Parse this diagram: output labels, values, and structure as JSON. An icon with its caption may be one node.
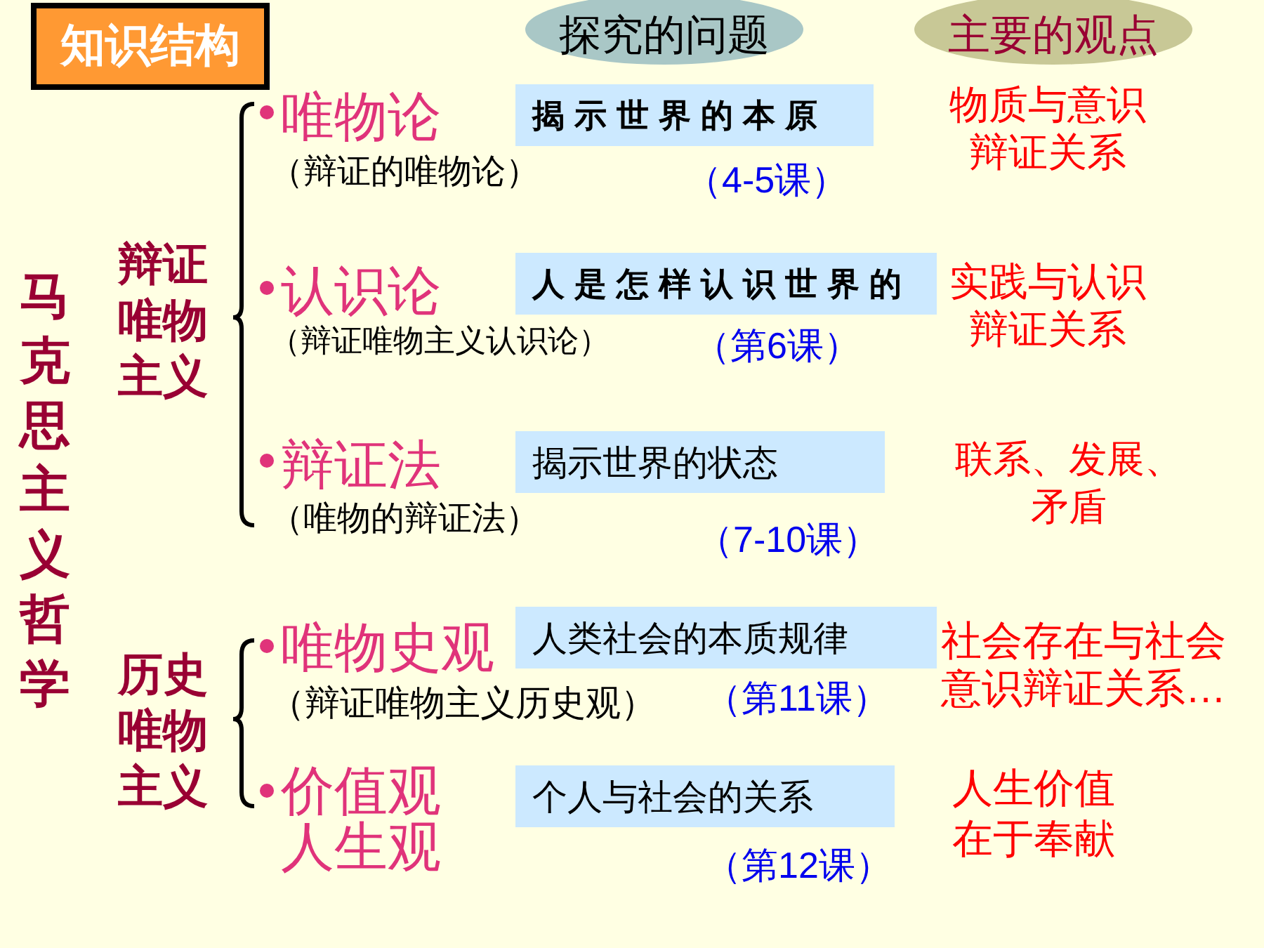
{
  "diagram": {
    "nodes": [
      {
        "text": [
          "知识结构"
        ]
      },
      {
        "text": [
          "探究的问题"
        ]
      },
      {
        "text": [
          "主要的观点"
        ]
      },
      {
        "text": [
          "揭示世界的本原"
        ]
      },
      {
        "text": [
          "人是怎样认识世界的"
        ]
      },
      {
        "text": [
          "揭示世界的状态"
        ]
      },
      {
        "text": [
          "人类社会的本质规律"
        ]
      },
      {
        "text": [
          "个人与社会的关系"
        ]
      }
    ],
    "edges": [],
    "labels": [
      "马克思主义哲学",
      "辩证唯物主义",
      "唯物论",
      "（辩证的唯物论）",
      "（4-5课）",
      "物质与意识辩证关系",
      "认识论",
      "（辩证唯物主义认识论）",
      "（第6课）",
      "实践与认识辩证关系",
      "辩证法",
      "（唯物的辩证法）",
      "（7-10课）",
      "联系、发展、矛盾",
      "历史唯物主义",
      "唯物史观",
      "（辩证唯物主义历史观）",
      "（第11课）",
      "社会存在与社会意识辩证关系…",
      "价值观人生观",
      "（第12课）",
      "人生价值在于奉献"
    ]
  }
}
